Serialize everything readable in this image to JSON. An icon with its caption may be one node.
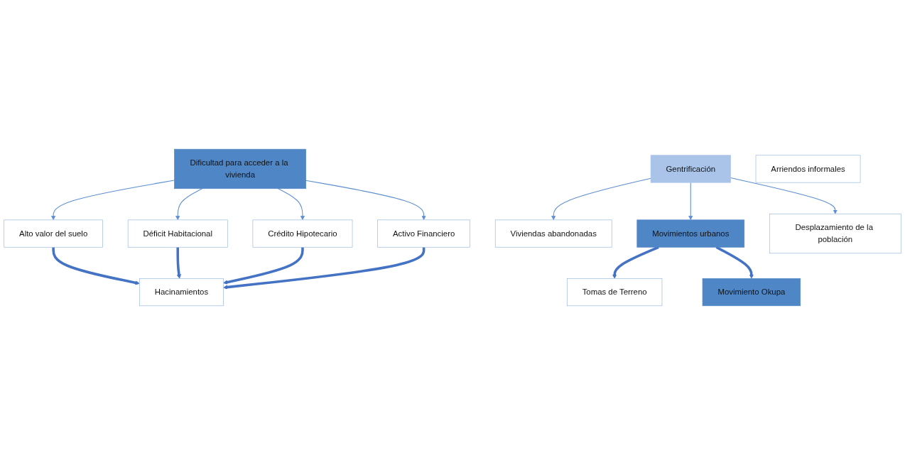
{
  "diagram": {
    "nodes": [
      {
        "text": [
          "Dificultad para acceder a la vivienda"
        ]
      },
      {
        "text": [
          "Alto valor del suelo"
        ]
      },
      {
        "text": [
          "Déficit Habitacional"
        ]
      },
      {
        "text": [
          "Crédito Hipotecario"
        ]
      },
      {
        "text": [
          "Activo Financiero"
        ]
      },
      {
        "text": [
          "Hacinamientos"
        ]
      },
      {
        "text": [
          "Gentrificación"
        ]
      },
      {
        "text": [
          "Arriendos informales"
        ]
      },
      {
        "text": [
          "Viviendas abandonadas"
        ]
      },
      {
        "text": [
          "Movimientos urbanos"
        ]
      },
      {
        "text": [
          "Desplazamiento de la población"
        ]
      },
      {
        "text": [
          "Tomas de Terreno"
        ]
      },
      {
        "text": [
          "Movimiento Okupa"
        ]
      }
    ],
    "edges": [
      {
        "from": 0,
        "to": 1,
        "arrow": "to"
      },
      {
        "from": 0,
        "to": 2,
        "arrow": "to"
      },
      {
        "from": 0,
        "to": 3,
        "arrow": "to"
      },
      {
        "from": 0,
        "to": 4,
        "arrow": "to"
      },
      {
        "from": 1,
        "to": 5,
        "arrow": "to",
        "style": "thick"
      },
      {
        "from": 2,
        "to": 5,
        "arrow": "to",
        "style": "thick"
      },
      {
        "from": 3,
        "to": 5,
        "arrow": "to",
        "style": "thick"
      },
      {
        "from": 4,
        "to": 5,
        "arrow": "to",
        "style": "thick"
      },
      {
        "from": 6,
        "to": 8,
        "arrow": "to"
      },
      {
        "from": 6,
        "to": 9,
        "arrow": "to"
      },
      {
        "from": 6,
        "to": 10,
        "arrow": "to"
      },
      {
        "from": 9,
        "to": 11,
        "arrow": "to",
        "style": "thick"
      },
      {
        "from": 9,
        "to": 12,
        "arrow": "to",
        "style": "thick"
      }
    ]
  }
}
